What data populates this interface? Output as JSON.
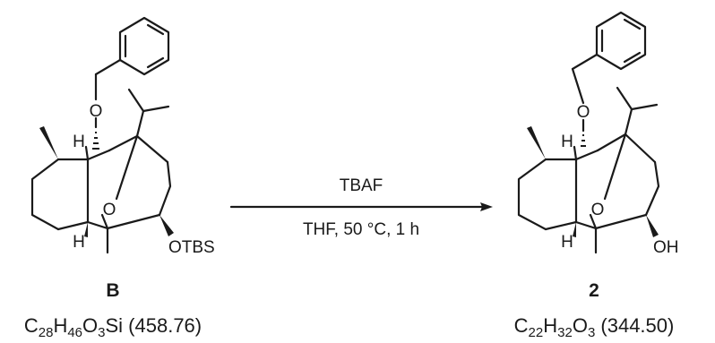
{
  "reaction": {
    "reagent": "TBAF",
    "conditions": "THF, 50 °C, 1 h"
  },
  "starting_material": {
    "label": "B",
    "formula": {
      "parts": [
        {
          "t": "C"
        },
        {
          "s": "28"
        },
        {
          "t": "H"
        },
        {
          "s": "46"
        },
        {
          "t": "O"
        },
        {
          "s": "3"
        },
        {
          "t": "Si (458.76)"
        }
      ]
    },
    "atoms": {
      "ether_o": "O",
      "bridge_o": "O",
      "h_top": "H",
      "h_bottom": "H",
      "substituent": "OTBS"
    }
  },
  "product": {
    "label": "2",
    "formula": {
      "parts": [
        {
          "t": "C"
        },
        {
          "s": "22"
        },
        {
          "t": "H"
        },
        {
          "s": "32"
        },
        {
          "t": "O"
        },
        {
          "s": "3"
        },
        {
          "t": " (344.50)"
        }
      ]
    },
    "atoms": {
      "ether_o": "O",
      "bridge_o": "O",
      "h_top": "H",
      "h_bottom": "H",
      "substituent": "OH"
    }
  },
  "colors": {
    "ink": "#1a1a1a",
    "background": "#ffffff"
  }
}
